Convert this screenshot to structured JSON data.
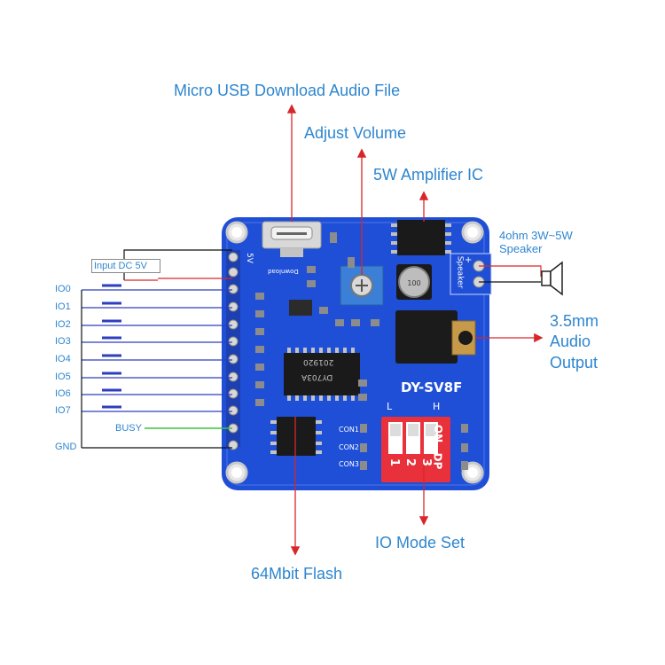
{
  "labels": {
    "usb": "Micro USB Download Audio File",
    "volume": "Adjust Volume",
    "amplifier": "5W Amplifier  IC",
    "speaker_spec_line1": "4ohm 3W~5W",
    "speaker_spec_line2": "Speaker",
    "audio_out_line1": "3.5mm",
    "audio_out_line2": "Audio",
    "audio_out_line3": "Output",
    "io_mode": "IO Mode Set",
    "flash": "64Mbit Flash",
    "input_dc": "Input DC 5V",
    "busy": "BUSY",
    "gnd": "GND"
  },
  "io_pins": [
    "IO0",
    "IO1",
    "IO2",
    "IO3",
    "IO4",
    "IO5",
    "IO6",
    "IO7"
  ],
  "board": {
    "model": "DY-SV8F",
    "chip_main": "DY703A",
    "chip_main_code": "201920",
    "pin_5v": "5V",
    "download": "Download",
    "speaker_text": "Speaker",
    "plus": "+",
    "switch_low": "L",
    "switch_high": "H",
    "switch_on": "ON",
    "switch_dp": "DP",
    "con_labels": [
      "CON1",
      "CON2",
      "CON3"
    ],
    "switch_numbers": [
      "1",
      "2",
      "3"
    ]
  },
  "colors": {
    "label_blue": "#2e86cf",
    "arrow_red": "#d8262a",
    "pcb_blue": "#1f4fd6",
    "wire_blue": "#2d3fbf",
    "busy_green": "#3cc43c",
    "dip_red": "#e8313a"
  }
}
